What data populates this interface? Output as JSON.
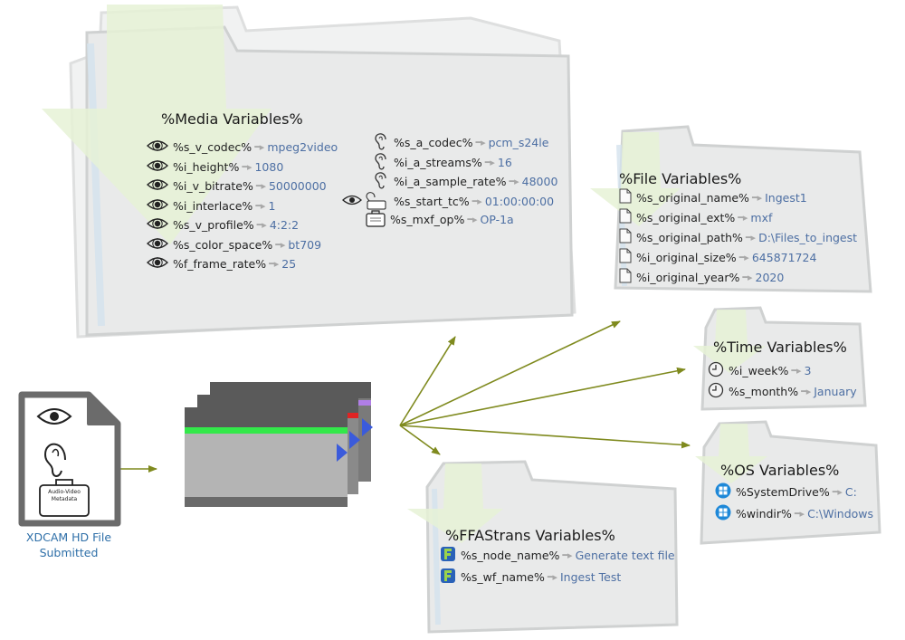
{
  "source_file": {
    "caption_line1": "XDCAM HD File",
    "caption_line2": "Submitted",
    "metadata_label_line1": "Audio-Video",
    "metadata_label_line2": "Metadata",
    "icons": [
      "eye-icon",
      "ear-icon",
      "metadata-case-icon"
    ]
  },
  "media": {
    "title": "%Media Variables%",
    "left_rows": [
      {
        "name": "%s_v_codec%",
        "value": "mpeg2video",
        "icon": "eye-icon"
      },
      {
        "name": "%i_height%",
        "value": "1080",
        "icon": "eye-icon"
      },
      {
        "name": "%i_v_bitrate%",
        "value": "50000000",
        "icon": "eye-icon"
      },
      {
        "name": "%i_interlace%",
        "value": "1",
        "icon": "eye-icon"
      },
      {
        "name": "%s_v_profile%",
        "value": "4:2:2",
        "icon": "eye-icon"
      },
      {
        "name": "%s_color_space%",
        "value": "bt709",
        "icon": "eye-icon"
      },
      {
        "name": "%f_frame_rate%",
        "value": "25",
        "icon": "eye-icon"
      }
    ],
    "right_rows": [
      {
        "name": "%s_a_codec%",
        "value": "pcm_s24le",
        "icon": "ear-icon"
      },
      {
        "name": "%i_a_streams%",
        "value": "16",
        "icon": "ear-icon"
      },
      {
        "name": "%i_a_sample_rate%",
        "value": "48000",
        "icon": "ear-icon"
      },
      {
        "name": "%s_start_tc%",
        "value": "01:00:00:00",
        "icon": "eye-ear-metadata-icon"
      },
      {
        "name": "%s_mxf_op%",
        "value": "OP-1a",
        "icon": "metadata-case-icon"
      }
    ]
  },
  "file_vars": {
    "title": "%File Variables%",
    "rows": [
      {
        "name": "%s_original_name%",
        "value": "Ingest1",
        "icon": "document-icon"
      },
      {
        "name": "%s_original_ext%",
        "value": "mxf",
        "icon": "document-icon"
      },
      {
        "name": "%s_original_path%",
        "value": "D:\\Files_to_ingest",
        "icon": "document-icon"
      },
      {
        "name": "%i_original_size%",
        "value": "645871724",
        "icon": "document-icon"
      },
      {
        "name": "%i_original_year%",
        "value": "2020",
        "icon": "document-icon"
      }
    ]
  },
  "time_vars": {
    "title": "%Time Variables%",
    "rows": [
      {
        "name": "%i_week%",
        "value": "3",
        "icon": "clock-icon"
      },
      {
        "name": "%s_month%",
        "value": "January",
        "icon": "clock-icon"
      }
    ]
  },
  "os_vars": {
    "title": "%OS Variables%",
    "rows": [
      {
        "name": "%SystemDrive%",
        "value": "C:",
        "icon": "windows-icon"
      },
      {
        "name": "%windir%",
        "value": "C:\\Windows",
        "icon": "windows-icon"
      }
    ]
  },
  "ffastrans_vars": {
    "title": "%FFAStrans Variables%",
    "rows": [
      {
        "name": "%s_node_name%",
        "value": "Generate text file",
        "icon": "ffastrans-logo-icon"
      },
      {
        "name": "%s_wf_name%",
        "value": "Ingest Test",
        "icon": "ffastrans-logo-icon"
      }
    ]
  },
  "colors": {
    "folder_fill": "#e9eaea",
    "folder_stroke": "#cfd1d1",
    "folder_arrow": "#e6f2d6",
    "arrow_olive": "#7f8a1e",
    "value_blue": "#4d6fa3",
    "caption_blue": "#2e6fa8",
    "stream_green": "#33e84a",
    "stream_red": "#e02424",
    "stream_purple": "#b07ee6",
    "play_blue": "#3b5bdb"
  }
}
